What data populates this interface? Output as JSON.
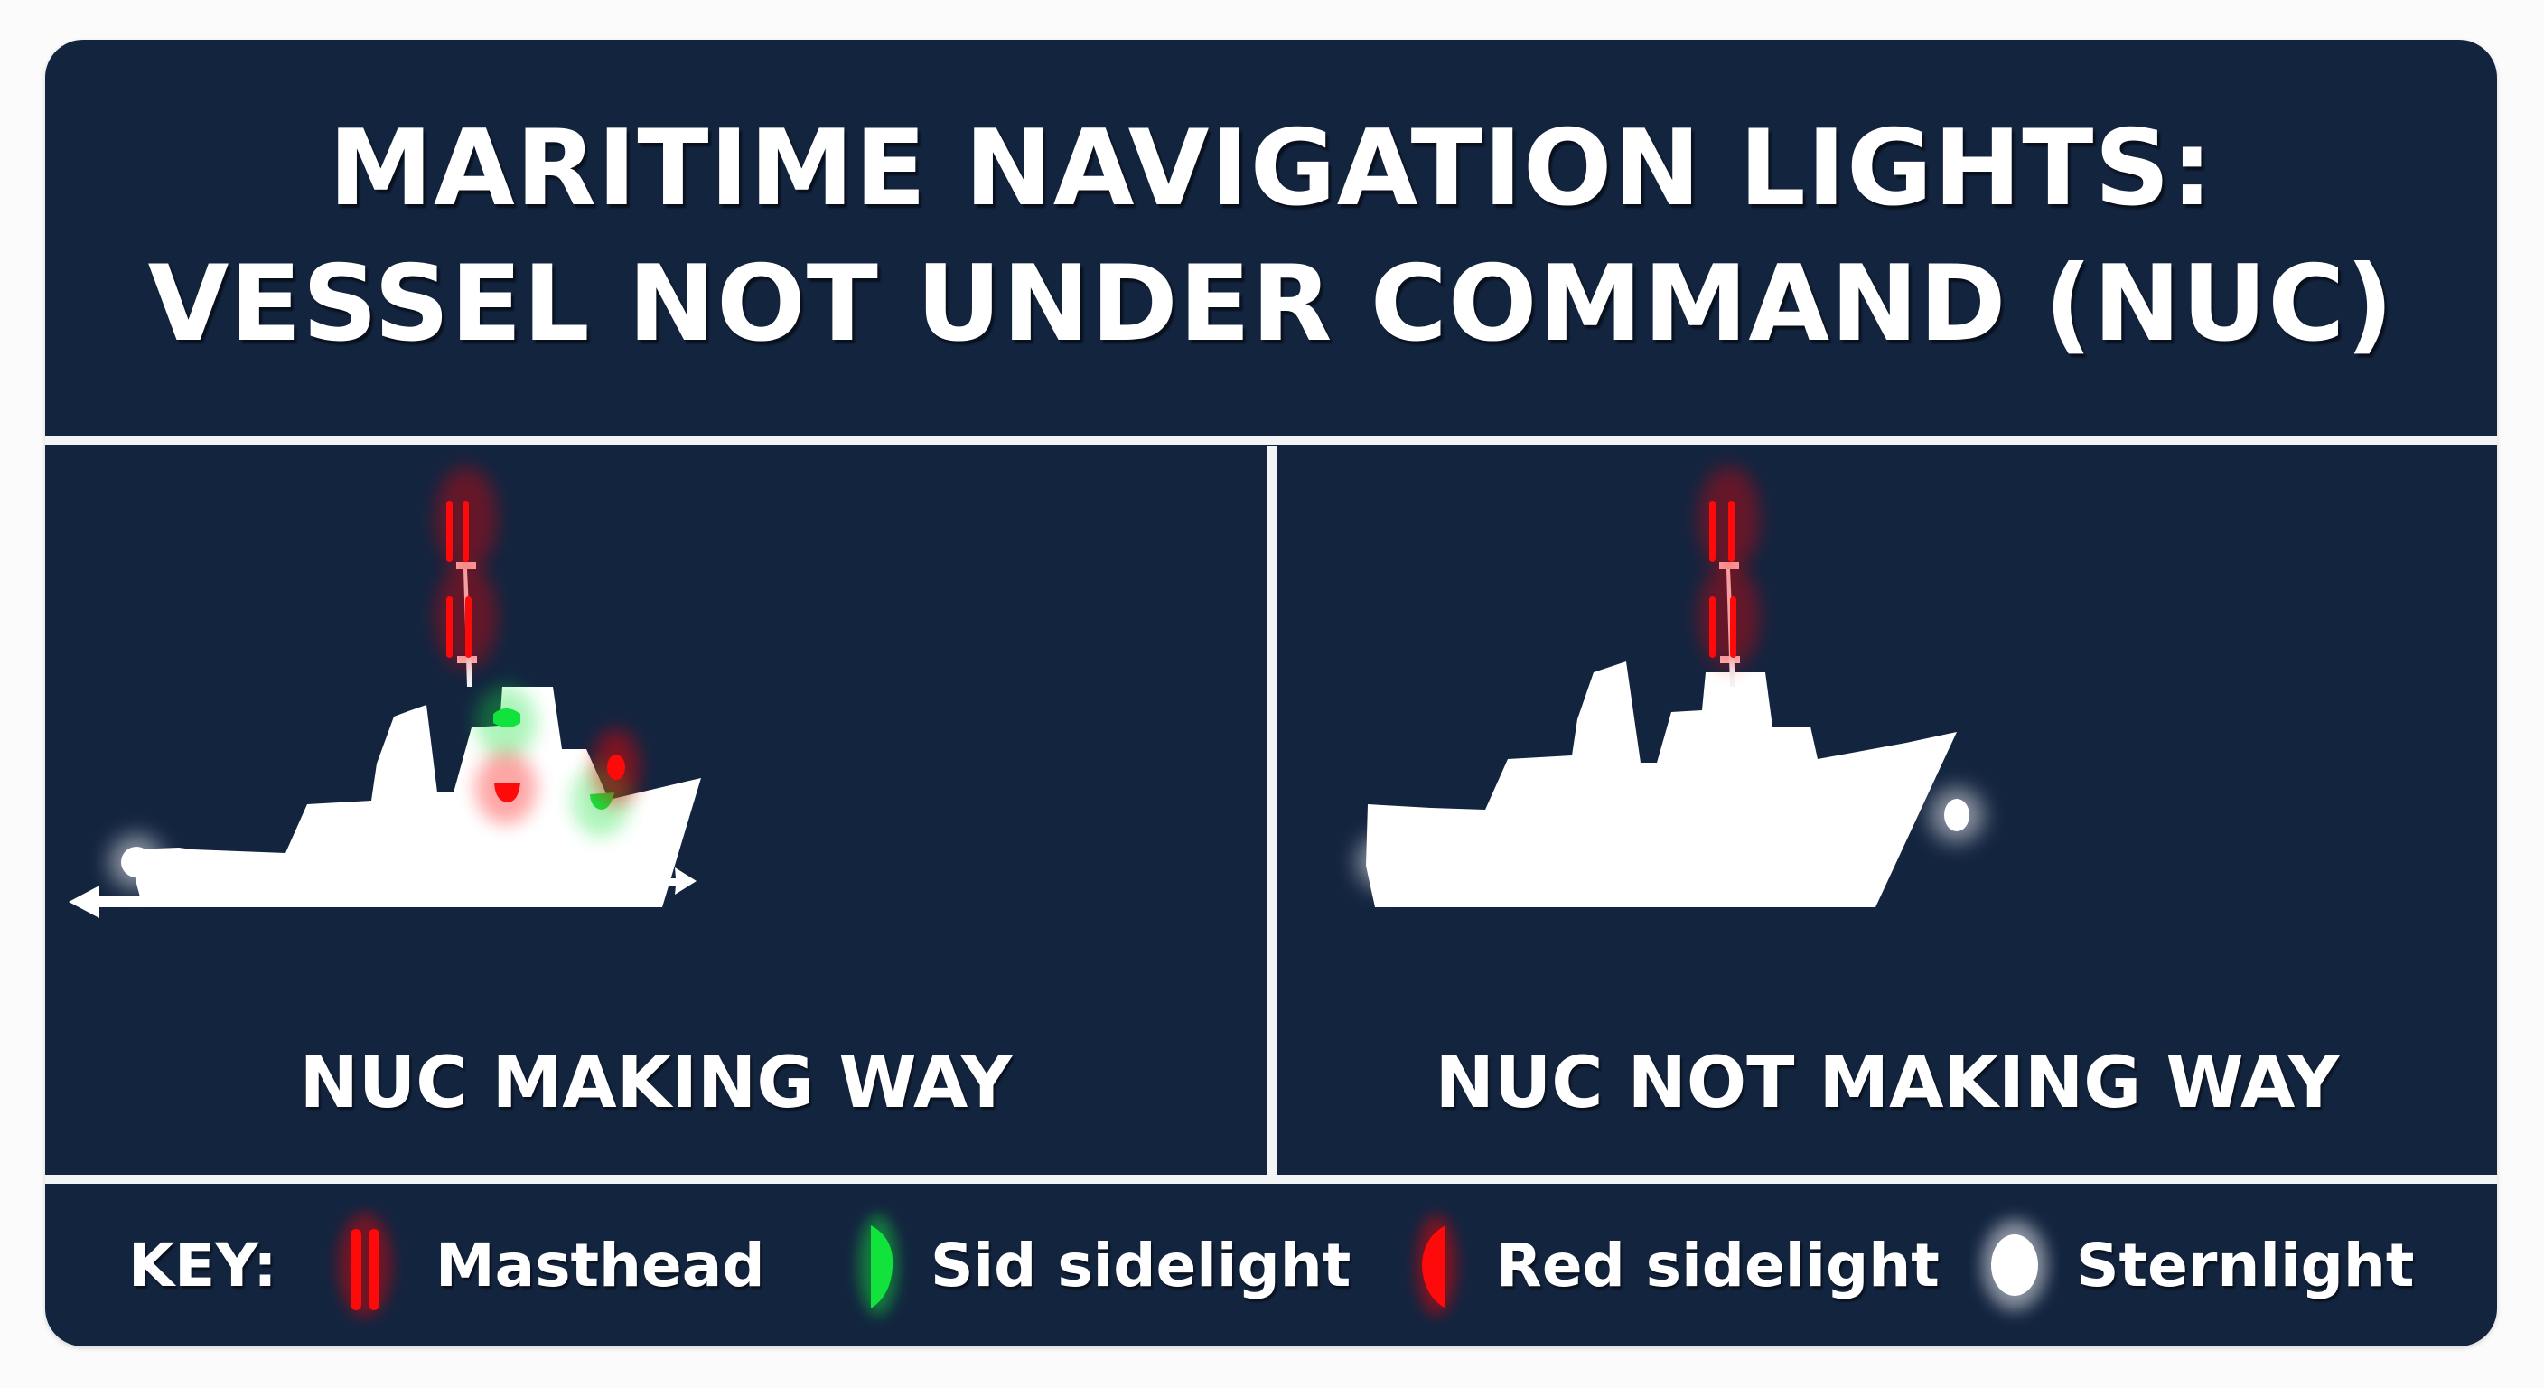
{
  "header": {
    "title_line1": "MARITIME NAVIGATION LIGHTS:",
    "title_line2": "VESSEL NOT UNDER COMMAND (NUC)"
  },
  "panels": [
    {
      "label": "NUC MAKING WAY",
      "lights": [
        "masthead-red-upper",
        "masthead-red-lower",
        "green-sidelight",
        "red-sidelight",
        "sternlight-white"
      ],
      "direction_arrows": [
        "left",
        "right"
      ]
    },
    {
      "label": "NUC NOT MAKING WAY",
      "lights": [
        "masthead-red-upper",
        "masthead-red-lower",
        "white-light-stern",
        "white-light-bow"
      ]
    }
  ],
  "key": {
    "title": "KEY:",
    "items": [
      {
        "icon": "masthead-icon",
        "label": "Masthead",
        "color": "#ff0a0a"
      },
      {
        "icon": "green-sidelight-icon",
        "label": "Sid sidelight",
        "color": "#12e23c"
      },
      {
        "icon": "red-sidelight-icon",
        "label": "Red sidelight",
        "color": "#ff0a0a"
      },
      {
        "icon": "sternlight-icon",
        "label": "Sternlight",
        "color": "#ffffff"
      }
    ]
  },
  "colors": {
    "background": "#13243f",
    "divider": "#f3f4f6",
    "red_light": "#ff0a0a",
    "green_light": "#12e23c",
    "ship": "#ffffff"
  }
}
